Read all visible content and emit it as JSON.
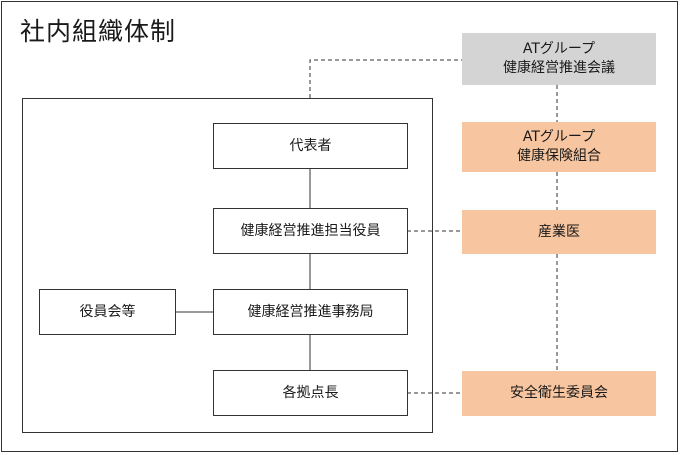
{
  "title": "社内組織体制",
  "boxes": {
    "representative": "代表者",
    "officer": "健康経営推進担当役員",
    "office": "健康経営推進事務局",
    "board": "役員会等",
    "site_heads": "各拠点長",
    "at_council": [
      "ATグループ",
      "健康経営推進会議"
    ],
    "at_insurance": [
      "ATグループ",
      "健康保険組合"
    ],
    "doctor": "産業医",
    "safety_committee": "安全衛生委員会"
  },
  "colors": {
    "gray_box": "#d4d4d4",
    "orange_box": "#f7c59f",
    "line": "#333333"
  }
}
